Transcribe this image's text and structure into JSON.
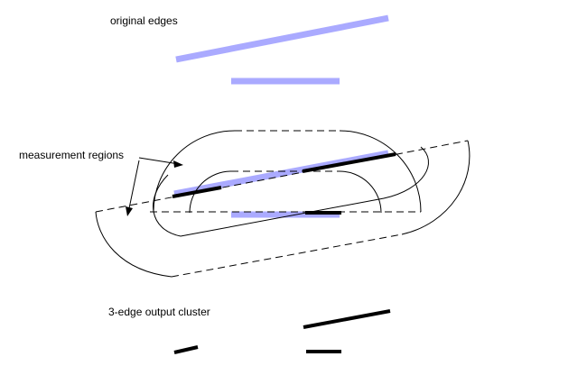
{
  "labels": {
    "original_edges": "original edges",
    "measurement_regions": "measurement regions",
    "output_cluster": "3-edge output cluster"
  },
  "colors": {
    "original_edge": "#aaaaff",
    "output_edge": "#000000",
    "region_outline": "#000000",
    "text": "#000000"
  }
}
